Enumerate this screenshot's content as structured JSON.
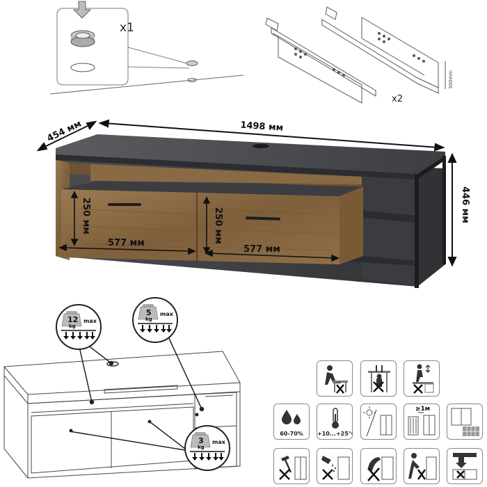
{
  "hardware": {
    "grommet_qty": "x1",
    "slides_qty": "x2",
    "slide_length": "300mm"
  },
  "dimensions": {
    "width": "1498 мм",
    "depth": "454 мм",
    "height": "446 мм",
    "drawer_left_height": "250 мм",
    "drawer_left_width": "577 мм",
    "drawer_right_height": "250 мм",
    "drawer_right_width": "577 мм"
  },
  "load_limits": [
    {
      "value": "12",
      "unit": "kg",
      "suffix": "max"
    },
    {
      "value": "5",
      "unit": "kg",
      "suffix": "max"
    },
    {
      "value": "3",
      "unit": "kg",
      "suffix": "max"
    }
  ],
  "care_icons": {
    "humidity": "60-70%",
    "temperature": "+10...+25°C",
    "distance": "≥1м"
  },
  "colors": {
    "wood": "#8a6a45",
    "dark_wood": "#3d3f42",
    "frame": "#1d1d1f"
  }
}
